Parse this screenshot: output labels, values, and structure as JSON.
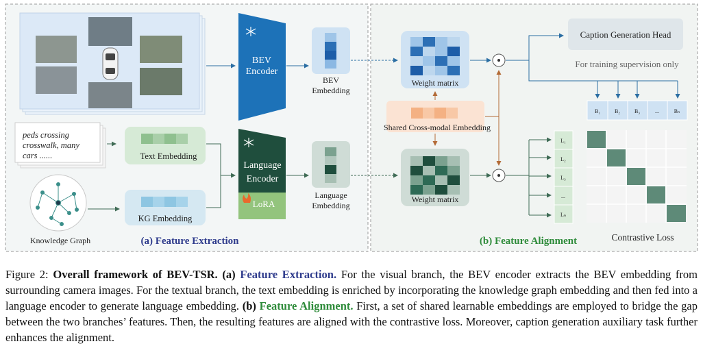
{
  "figure": {
    "left": {
      "panel_title": "(a) Feature Extraction",
      "bev_encoder": [
        "BEV",
        "Encoder"
      ],
      "bev_embedding": [
        "BEV",
        "Embedding"
      ],
      "text_input": [
        "peds crossing",
        "crosswalk, many",
        "cars ......"
      ],
      "text_embedding": "Text Embedding",
      "kg_embedding": "KG Embedding",
      "knowledge_graph": "Knowledge Graph",
      "language_encoder": [
        "Language",
        "Encoder"
      ],
      "lora": "LoRA",
      "language_embedding": [
        "Language",
        "Embedding"
      ],
      "frozen_icon": "snowflake-icon",
      "trainable_icon": "flame-icon"
    },
    "right": {
      "panel_title": "(b) Feature Alignment",
      "weight_matrix_top": "Weight matrix",
      "weight_matrix_bottom": "Weight matrix",
      "shared_embedding": "Shared Cross-modal Embedding",
      "caption_head": "Caption Generation Head",
      "supervision_note": "For training supervision only",
      "b_labels": [
        "B₁",
        "B₂",
        "B₃",
        "...",
        "Bₙ"
      ],
      "l_labels": [
        "L₁",
        "L₂",
        "L₃",
        "...",
        "Lₙ"
      ],
      "contrastive_loss": "Contrastive Loss",
      "dot_symbol": "⊙"
    }
  },
  "caption": {
    "prefix": "Figure 2: ",
    "title": "Overall framework of BEV-TSR.",
    "a_label": "(a)",
    "a_name": "Feature Extraction.",
    "a_text": " For the visual branch, the BEV encoder extracts the BEV embedding from surrounding camera images. For the textual branch, the text embedding is enriched by incorporating the knowledge graph embedding and then fed into a language encoder to generate language embedding. ",
    "b_label": "(b)",
    "b_name": "Feature Alignment.",
    "b_text": " First, a set of shared learnable embeddings are employed to bridge the gap between the two branches’ features. Then, the resulting features are aligned with the contrastive loss. Moreover, caption generation auxiliary task further enhances the alignment."
  }
}
